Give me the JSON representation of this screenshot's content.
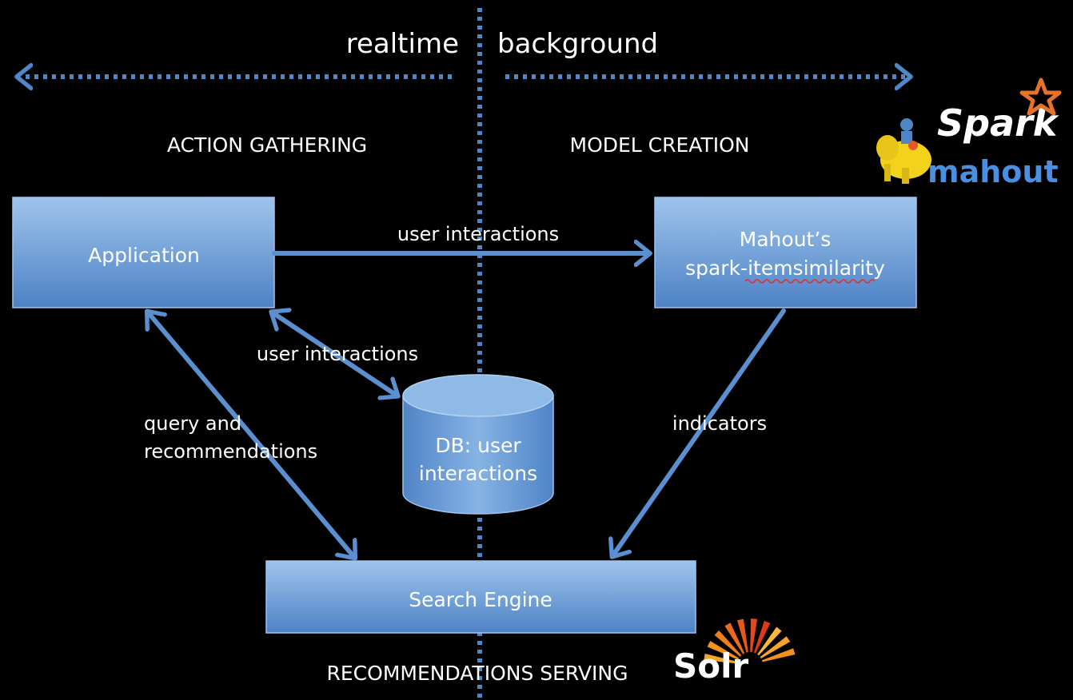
{
  "phases": {
    "left": "realtime",
    "right": "background"
  },
  "sections": {
    "action_gathering": "ACTION GATHERING",
    "model_creation": "MODEL CREATION",
    "recommendations_serving": "RECOMMENDATIONS SERVING"
  },
  "nodes": {
    "application": "Application",
    "mahout_line1": "Mahout’s",
    "mahout_line2": "spark-itemsimilarity",
    "db_line1": "DB: user",
    "db_line2": "interactions",
    "search_engine": "Search Engine"
  },
  "edges": {
    "app_to_mahout": "user interactions",
    "app_to_db": "user interactions",
    "query_line1": "query and",
    "query_line2": "recommendations",
    "indicators": "indicators"
  },
  "logos": {
    "spark": "Spark",
    "mahout": "mahout",
    "solr": "Solr"
  },
  "colors": {
    "accent": "#5b8fd0",
    "box_top": "#8db8e6",
    "box_bottom": "#4a80c4",
    "background": "#000000"
  }
}
